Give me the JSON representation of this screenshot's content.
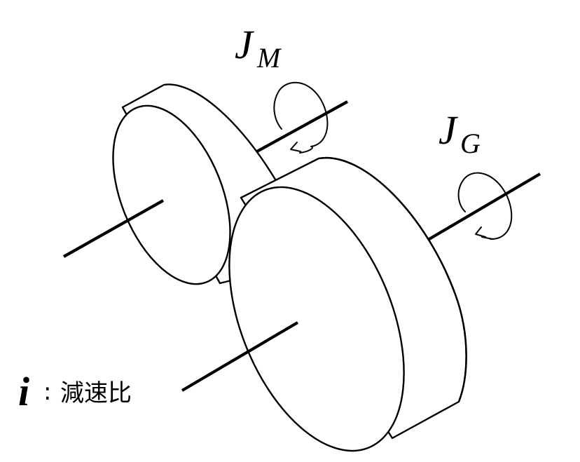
{
  "inertia_motor": {
    "symbol": "J",
    "subscript": "M"
  },
  "inertia_gear": {
    "symbol": "J",
    "subscript": "G"
  },
  "ratio": {
    "symbol": "i",
    "separator": ":",
    "description": "減速比"
  }
}
